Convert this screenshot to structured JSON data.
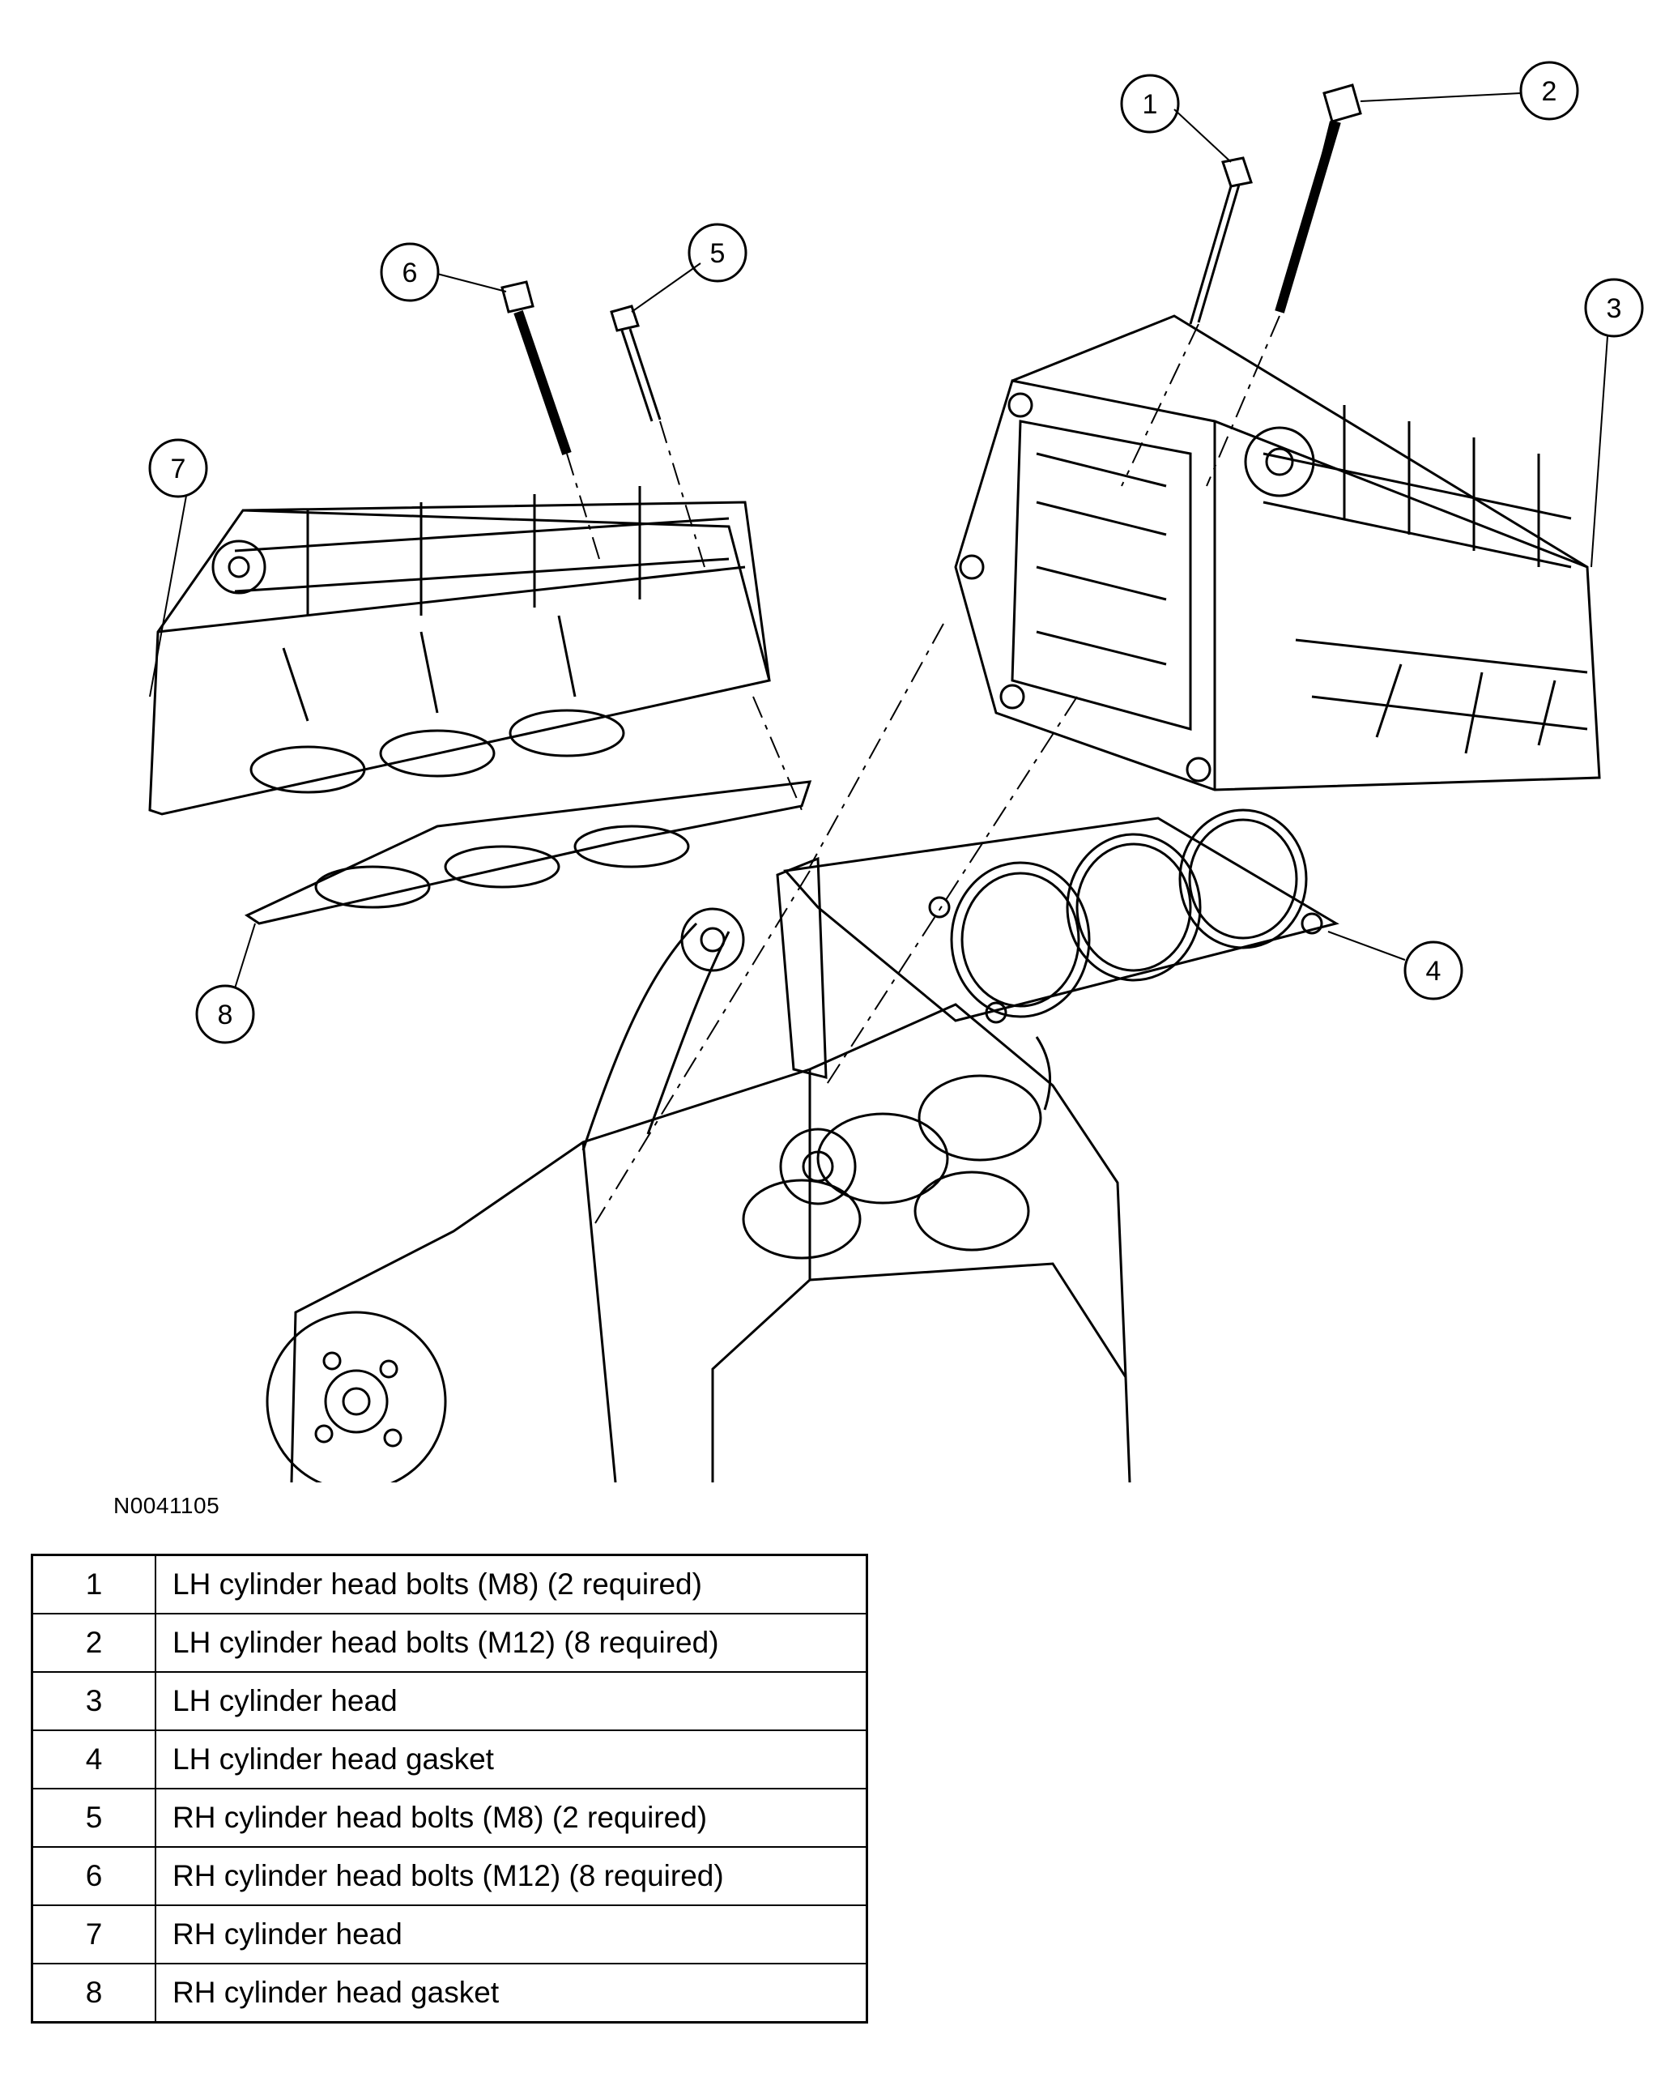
{
  "figure_code": "N0041105",
  "callouts": [
    "1",
    "2",
    "3",
    "4",
    "5",
    "6",
    "7",
    "8"
  ],
  "parts": [
    {
      "num": "1",
      "desc": "LH cylinder head bolts (M8) (2 required)"
    },
    {
      "num": "2",
      "desc": "LH cylinder head bolts (M12) (8 required)"
    },
    {
      "num": "3",
      "desc": "LH cylinder head"
    },
    {
      "num": "4",
      "desc": "LH cylinder head gasket"
    },
    {
      "num": "5",
      "desc": "RH cylinder head bolts (M8) (2 required)"
    },
    {
      "num": "6",
      "desc": "RH cylinder head bolts (M12) (8 required)"
    },
    {
      "num": "7",
      "desc": "RH cylinder head"
    },
    {
      "num": "8",
      "desc": "RH cylinder head gasket"
    }
  ],
  "colors": {
    "ink": "#000000",
    "background": "#ffffff"
  }
}
